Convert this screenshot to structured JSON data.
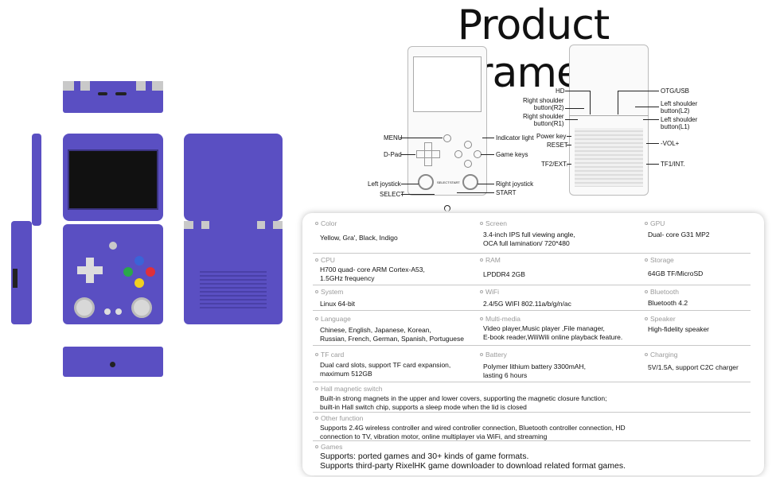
{
  "title": "Product Parameter",
  "colors": {
    "device_purple": "#5a4fc2",
    "shell_grey": "#c9c9c9"
  },
  "diagram_front": {
    "left_labels": [
      "MENU",
      "D-Pad",
      "Left joystick",
      "SELECT"
    ],
    "right_labels": [
      "Indicator light",
      "Game keys",
      "Right joystick",
      "START"
    ],
    "center_labels": [
      "SELECT",
      "START"
    ]
  },
  "diagram_back": {
    "left_labels": [
      "HD",
      "Right shoulder\nbutton(R2)",
      "Right shoulder\nbutton(R1)",
      "Power key",
      "RESET",
      "TF2/EXT."
    ],
    "right_labels": [
      "OTG/USB",
      "Left shoulder\nbutton(L2)",
      "Left shoulder\nbutton(L1)",
      "-VOL+",
      "TF1/INT."
    ]
  },
  "specs": [
    {
      "label": "Color",
      "value": "Yellow, Gra', Black, Indigo"
    },
    {
      "label": "Screen",
      "value": "3.4-inch IPS full viewing angle,\nOCA full lamination/ 720*480"
    },
    {
      "label": "GPU",
      "value": "Dual- core G31 MP2"
    },
    {
      "label": "CPU",
      "value": "H700 quad- core ARM Cortex-A53,\n1.5GHz frequency"
    },
    {
      "label": "RAM",
      "value": "LPDDR4  2GB"
    },
    {
      "label": "Storage",
      "value": "64GB TF/MicroSD"
    },
    {
      "label": "System",
      "value": "Linux 64-bit"
    },
    {
      "label": "WiFi",
      "value": "2.4/5G WIFI 802.11a/b/g/n/ac"
    },
    {
      "label": "Bluetooth",
      "value": "Bluetooth 4.2"
    },
    {
      "label": "Language",
      "value": "Chinese, English, Japanese, Korean,\nRussian, French, German, Spanish, Portuguese"
    },
    {
      "label": "Multi-media",
      "value": "Video  player,Music player ,File manager,\nE-book reader,WiliWili online playback feature."
    },
    {
      "label": "Speaker",
      "value": "High-fidelity speaker"
    },
    {
      "label": "TF card",
      "value": "Dual card slots, support TF card expansion,\nmaximum 512GB"
    },
    {
      "label": "Battery",
      "value": "Polymer lithium battery 3300mAH,\nlasting 6 hours"
    },
    {
      "label": "Charging",
      "value": "5V/1.5A, support C2C charger"
    },
    {
      "label": "Hall magnetic switch",
      "value": "Built-in strong magnets in the upper and lower covers, supporting the magnetic closure function;\nbuilt-in Hall switch chip, supports a sleep mode when the lid is closed"
    },
    {
      "label": "Other function",
      "value": "Supports 2.4G wireless controller and wired controller connection, Bluetooth controller connection, HD\nconnection to TV, vibration motor, online multiplayer via WiFi, and streaming"
    },
    {
      "label": "Games",
      "value": "Supports: ported games and 30+ kinds of game formats.\nSupports third-party RixelHK game downloader to download related format games."
    }
  ]
}
